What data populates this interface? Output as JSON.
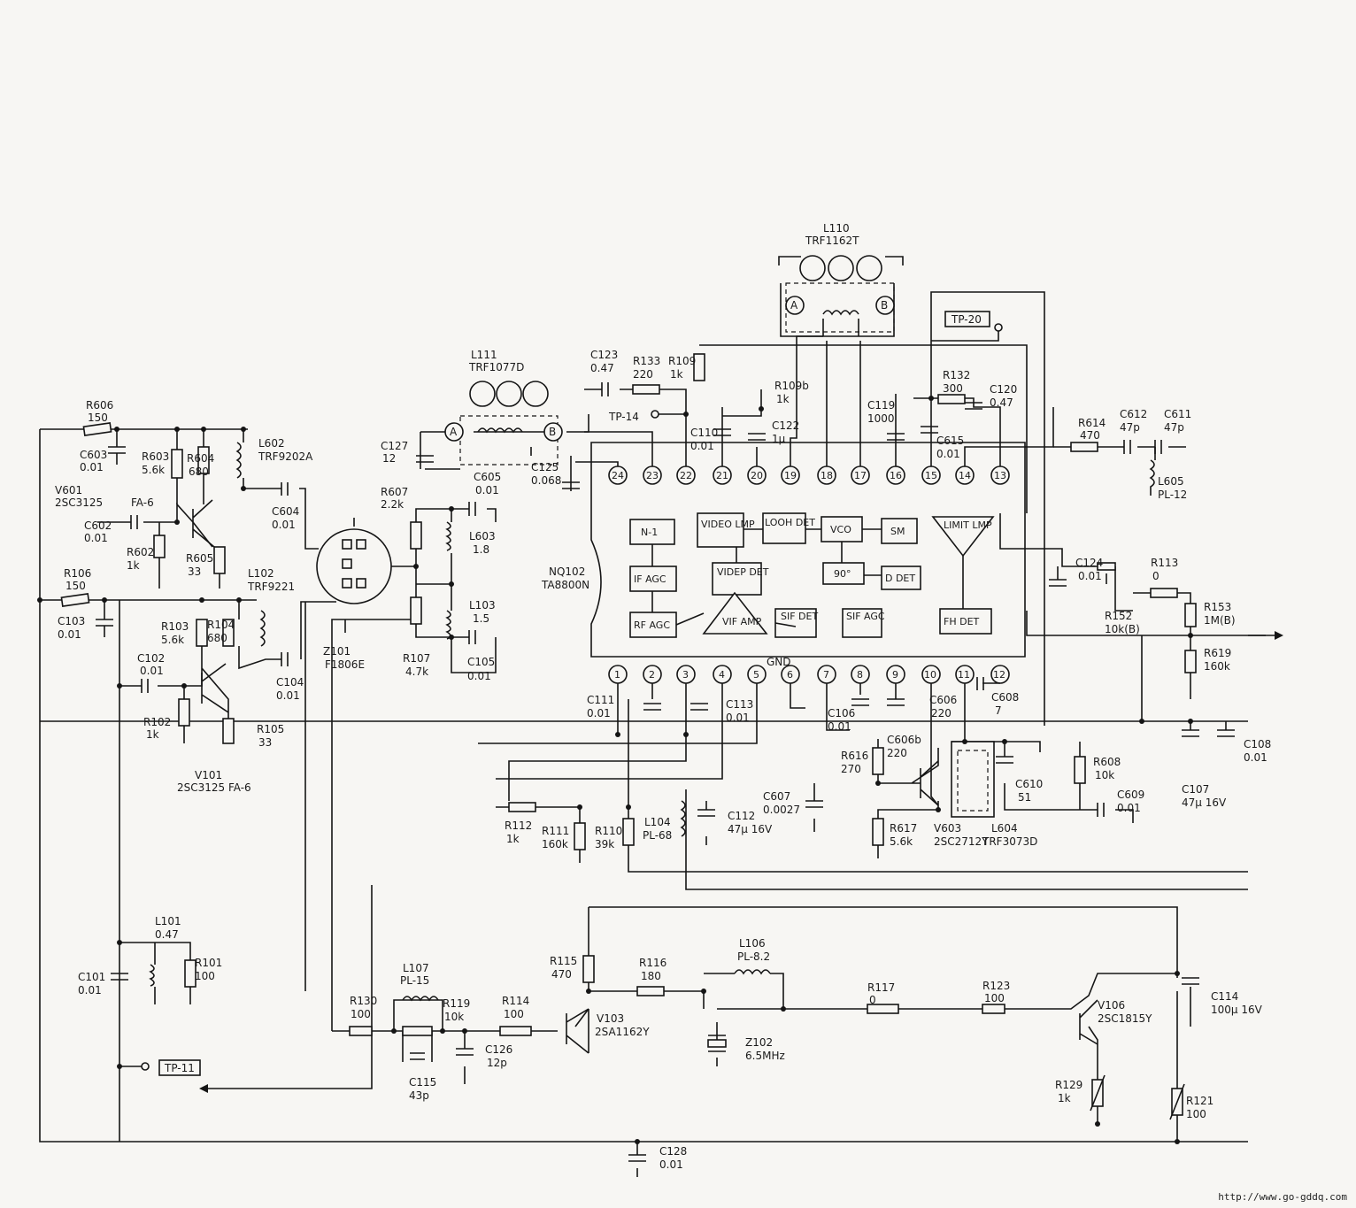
{
  "source_url": "http://www.go-gddq.com",
  "ic": {
    "ref": "NQ102",
    "part": "TA8800N",
    "blocks": [
      "N-1",
      "VIDEO LMP",
      "LOOH DET",
      "VCO",
      "SM",
      "LIMIT LMP",
      "IF AGC",
      "VIDEP DET",
      "90°",
      "D DET",
      "RF AGC",
      "VIF AMP",
      "SIF DET",
      "SIF AGC",
      "FH DET"
    ],
    "gnd_label": "GND",
    "top_pins": [
      "24",
      "23",
      "22",
      "21",
      "20",
      "19",
      "18",
      "17",
      "16",
      "15",
      "14",
      "13"
    ],
    "bottom_pins": [
      "1",
      "2",
      "3",
      "4",
      "5",
      "6",
      "7",
      "8",
      "9",
      "10",
      "11",
      "12"
    ]
  },
  "test_points": [
    "TP-20",
    "TP-14",
    "TP-11"
  ],
  "components": [
    {
      "ref": "R606",
      "value": "150"
    },
    {
      "ref": "C603",
      "value": "0.01"
    },
    {
      "ref": "R603",
      "value": "5.6k"
    },
    {
      "ref": "R604",
      "value": "680"
    },
    {
      "ref": "L602",
      "value": "TRF9202A"
    },
    {
      "ref": "V601",
      "value": "2SC3125"
    },
    {
      "ref": "FA-6",
      "value": ""
    },
    {
      "ref": "C602",
      "value": "0.01"
    },
    {
      "ref": "R602",
      "value": "1k"
    },
    {
      "ref": "R605",
      "value": "33"
    },
    {
      "ref": "C604",
      "value": "0.01"
    },
    {
      "ref": "R106",
      "value": "150"
    },
    {
      "ref": "C103",
      "value": "0.01"
    },
    {
      "ref": "R103",
      "value": "5.6k"
    },
    {
      "ref": "R104",
      "value": "680"
    },
    {
      "ref": "L102",
      "value": "TRF9221"
    },
    {
      "ref": "C102",
      "value": "0.01"
    },
    {
      "ref": "R102",
      "value": "1k"
    },
    {
      "ref": "R105",
      "value": "33"
    },
    {
      "ref": "C104",
      "value": "0.01"
    },
    {
      "ref": "V101",
      "value": "2SC3125 FA-6"
    },
    {
      "ref": "Z101",
      "value": "F1806E"
    },
    {
      "ref": "R607",
      "value": "2.2k"
    },
    {
      "ref": "R107",
      "value": "4.7k"
    },
    {
      "ref": "C605",
      "value": "0.01"
    },
    {
      "ref": "L603",
      "value": "1.8"
    },
    {
      "ref": "L103",
      "value": "1.5"
    },
    {
      "ref": "C105",
      "value": "0.01"
    },
    {
      "ref": "L111",
      "value": "TRF1077D"
    },
    {
      "ref": "C127",
      "value": "12"
    },
    {
      "ref": "C125",
      "value": "0.068"
    },
    {
      "ref": "C123",
      "value": "0.47"
    },
    {
      "ref": "R133",
      "value": "220"
    },
    {
      "ref": "R109",
      "value": "1k"
    },
    {
      "ref": "R109b",
      "value": "1k"
    },
    {
      "ref": "C110",
      "value": "0.01"
    },
    {
      "ref": "C122",
      "value": "1μ"
    },
    {
      "ref": "L110",
      "value": "TRF1162T"
    },
    {
      "ref": "R132",
      "value": "300"
    },
    {
      "ref": "C120",
      "value": "0.47"
    },
    {
      "ref": "C119",
      "value": "1000"
    },
    {
      "ref": "C615",
      "value": "0.01"
    },
    {
      "ref": "R614",
      "value": "470"
    },
    {
      "ref": "C612",
      "value": "47p"
    },
    {
      "ref": "C611",
      "value": "47p"
    },
    {
      "ref": "L605",
      "value": "PL-12"
    },
    {
      "ref": "C124",
      "value": "0.01"
    },
    {
      "ref": "R113",
      "value": "0"
    },
    {
      "ref": "R152",
      "value": "10k(B)"
    },
    {
      "ref": "R153",
      "value": "1M(B)"
    },
    {
      "ref": "R619",
      "value": "160k"
    },
    {
      "ref": "C111",
      "value": "0.01"
    },
    {
      "ref": "C113",
      "value": "0.01"
    },
    {
      "ref": "C106",
      "value": "0.01"
    },
    {
      "ref": "C606",
      "value": "220"
    },
    {
      "ref": "C608",
      "value": "7"
    },
    {
      "ref": "R616",
      "value": "270"
    },
    {
      "ref": "C606b",
      "value": "220"
    },
    {
      "ref": "C607",
      "value": "0.0027"
    },
    {
      "ref": "R617",
      "value": "5.6k"
    },
    {
      "ref": "V603",
      "value": "2SC2712Y"
    },
    {
      "ref": "L604",
      "value": "TRF3073D"
    },
    {
      "ref": "C610",
      "value": "51"
    },
    {
      "ref": "R608",
      "value": "10k"
    },
    {
      "ref": "C609",
      "value": "0.01"
    },
    {
      "ref": "C107",
      "value": "47μ 16V"
    },
    {
      "ref": "C108",
      "value": "0.01"
    },
    {
      "ref": "R112",
      "value": "1k"
    },
    {
      "ref": "R111",
      "value": "160k"
    },
    {
      "ref": "R110",
      "value": "39k"
    },
    {
      "ref": "L104",
      "value": "PL-68"
    },
    {
      "ref": "C112",
      "value": "47μ 16V"
    },
    {
      "ref": "L101",
      "value": "0.47"
    },
    {
      "ref": "C101",
      "value": "0.01"
    },
    {
      "ref": "R101",
      "value": "100"
    },
    {
      "ref": "L107",
      "value": "PL-15"
    },
    {
      "ref": "R130",
      "value": "100"
    },
    {
      "ref": "R119",
      "value": "10k"
    },
    {
      "ref": "C115",
      "value": "43p"
    },
    {
      "ref": "R114",
      "value": "100"
    },
    {
      "ref": "C126",
      "value": "12p"
    },
    {
      "ref": "R115",
      "value": "470"
    },
    {
      "ref": "V103",
      "value": "2SA1162Y"
    },
    {
      "ref": "R116",
      "value": "180"
    },
    {
      "ref": "L106",
      "value": "PL-8.2"
    },
    {
      "ref": "Z102",
      "value": "6.5MHz"
    },
    {
      "ref": "R117",
      "value": "0"
    },
    {
      "ref": "R123",
      "value": "100"
    },
    {
      "ref": "V106",
      "value": "2SC1815Y"
    },
    {
      "ref": "C114",
      "value": "100μ 16V"
    },
    {
      "ref": "R129",
      "value": "1k"
    },
    {
      "ref": "R121",
      "value": "100"
    },
    {
      "ref": "C128",
      "value": "0.01"
    }
  ]
}
